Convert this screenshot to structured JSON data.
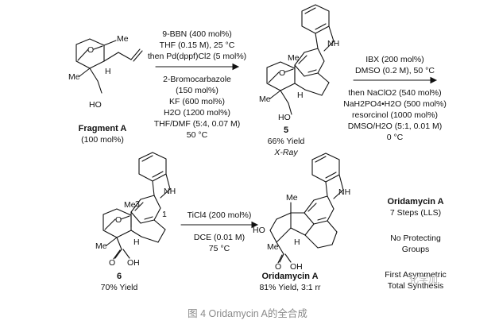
{
  "fragment_a": {
    "name": "Fragment A",
    "amount": "(100 mol%)",
    "atom_me": "Me",
    "atom_o": "O",
    "atom_me2": "Me",
    "atom_h": "H",
    "atom_ho": "HO"
  },
  "step1": {
    "lines_top": [
      "9-BBN (400 mol%)",
      "THF (0.15 M), 25 °C",
      "then Pd(dppf)Cl2 (5 mol%)"
    ],
    "lines_bottom": [
      "2-Bromocarbazole",
      "(150 mol%)",
      "KF (600 mol%)",
      "H2O (1200 mol%)",
      "THF/DMF (5:4, 0.07 M)",
      "50 °C"
    ]
  },
  "compound5": {
    "number": "5",
    "yield": "66% Yield",
    "note": "X-Ray",
    "atom_nh": "NH",
    "atom_me": "Me",
    "atom_o": "O",
    "atom_me2": "Me",
    "atom_h": "H",
    "atom_ho": "HO"
  },
  "step2": {
    "lines_top": [
      "IBX (200 mol%)",
      "DMSO (0.2 M), 50 °C"
    ],
    "lines_bottom": [
      "then NaClO2 (540 mol%)",
      "NaH2PO4•H2O (500 mol%)",
      "resorcinol (1000 mol%)",
      "DMSO/H2O (5:1, 0.01 M)",
      "0 °C"
    ]
  },
  "compound6": {
    "number": "6",
    "yield": "70% Yield",
    "atom_nh": "NH",
    "atom_me": "Me",
    "atom_o": "O",
    "atom_me2": "Me",
    "atom_h": "H",
    "atom_o2": "O",
    "atom_oh": "OH",
    "label_3": "3",
    "label_1": "1"
  },
  "step3": {
    "lines_top": [
      "TiCl4 (200 mol%)"
    ],
    "lines_bottom": [
      "DCE (0.01 M)",
      "75 °C"
    ]
  },
  "oridamycin": {
    "name": "Oridamycin A",
    "yield": "81% Yield, 3:1 rr",
    "atom_nh": "NH",
    "atom_me": "Me",
    "atom_ho": "HO",
    "atom_me2": "Me",
    "atom_h": "H",
    "atom_o": "O",
    "atom_oh": "OH"
  },
  "summary": {
    "title": "Oridamycin A",
    "steps": "7 Steps (LLS)",
    "line3": "No Protecting",
    "line4": "Groups",
    "line5": "First Asymmetric",
    "line6": "Total Synthesis"
  },
  "watermark": "化学加",
  "caption": "图 4 Oridamycin A的全合成"
}
